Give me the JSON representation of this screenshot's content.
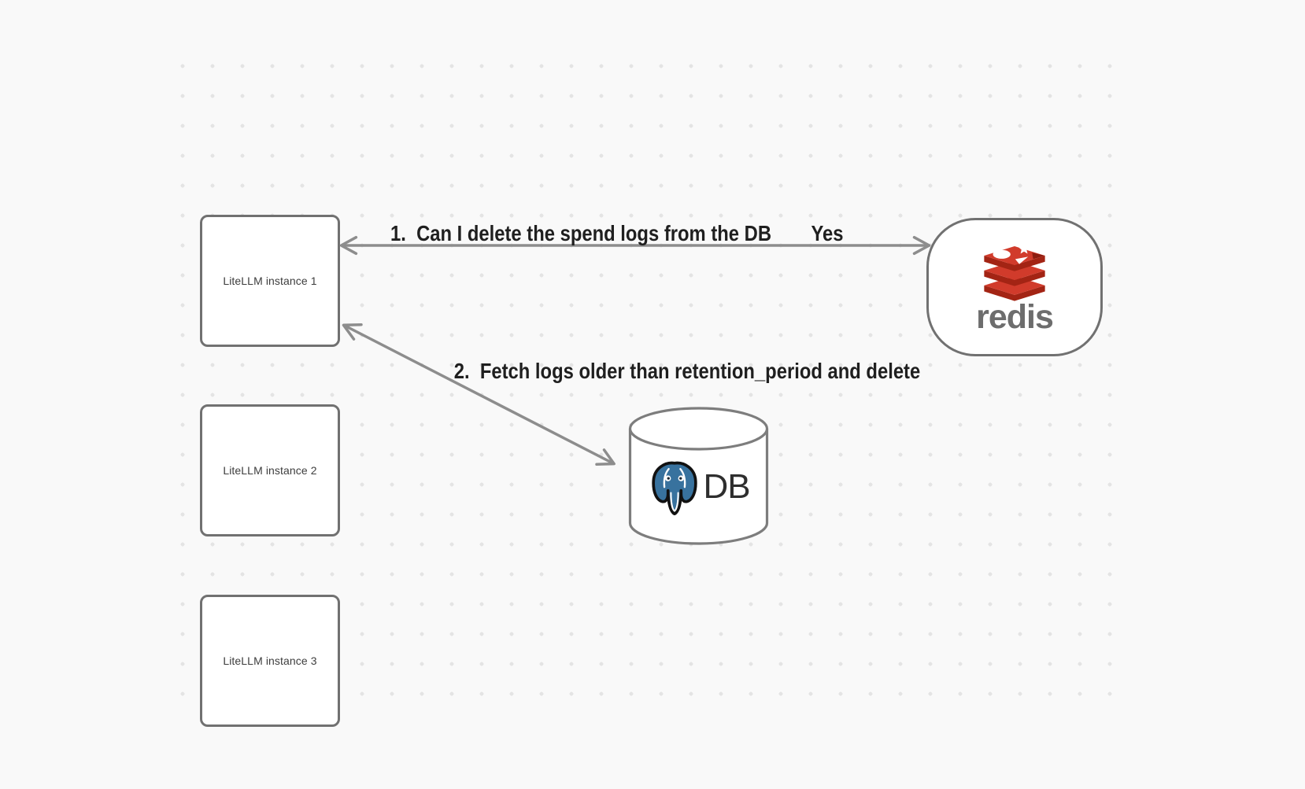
{
  "canvas": {
    "background": "#f9f9f9",
    "dot_color": "#e4e4e4"
  },
  "style": {
    "node_border_color": "#717171",
    "arrow_color": "#8d8d8d",
    "edge_label_color": "#1f1f1f",
    "node_label_color": "#3d3d3d",
    "redis_wordmark_color": "#6d6d6d",
    "redis_logo_red": "#d13b2b",
    "redis_logo_red_dark": "#a32414",
    "postgres_blue": "#38729e"
  },
  "nodes": {
    "instances": [
      {
        "label": "LiteLLM instance 1"
      },
      {
        "label": "LiteLLM instance 2"
      },
      {
        "label": "LiteLLM instance 3"
      }
    ],
    "redis": {
      "wordmark": "redis"
    },
    "database": {
      "label": "DB"
    }
  },
  "edges": {
    "redis_query": {
      "label": "1.  Can I delete the spend logs from the DB",
      "answer": "Yes",
      "direction": "bidirectional"
    },
    "db_fetch": {
      "label": "2.  Fetch logs older than retention_period and delete",
      "direction": "bidirectional"
    }
  }
}
